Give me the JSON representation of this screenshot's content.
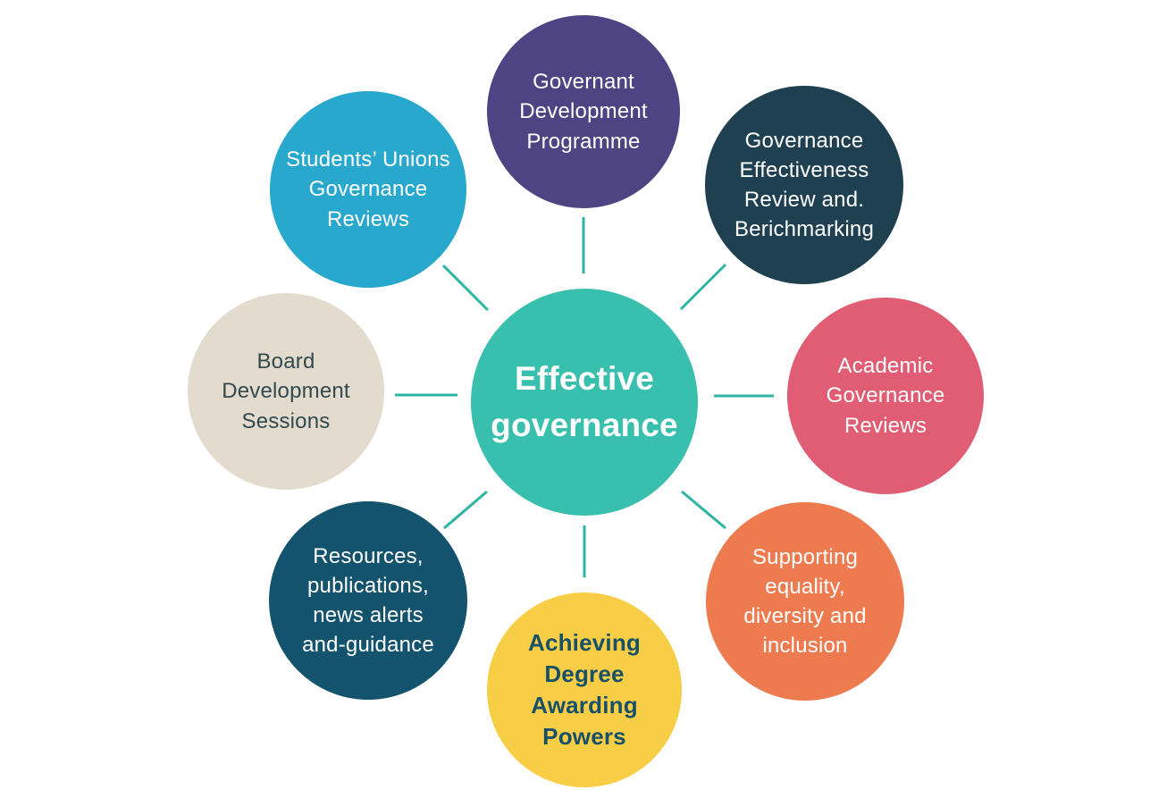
{
  "diagram": {
    "background": "#FFFFFF",
    "connector_color": "#2CB5A2",
    "center": {
      "label": "Effective\ngovernance",
      "bg": "#38BFAD",
      "fg": "#FFFFFF"
    },
    "nodes": [
      {
        "id": "governant-development-programme",
        "label": "Governant\nDevelopment\nProgramme",
        "bg": "#4E4484",
        "fg": "#FFFFFF"
      },
      {
        "id": "governance-effectiveness-review-and-benchmarking",
        "label": "Governance\nEffectiveness\nReview and.\nBerichmarking",
        "bg": "#1E4050",
        "fg": "#FFFFFF"
      },
      {
        "id": "academic-governance-reviews",
        "label": "Academic\nGovernance\nReviews",
        "bg": "#E05D73",
        "fg": "#FFFFFF"
      },
      {
        "id": "supporting-equality-diversity-and-inclusion",
        "label": "Supporting\nequality,\ndiversity and\ninclusion",
        "bg": "#EE7A4F",
        "fg": "#FFFFFF"
      },
      {
        "id": "achieving-degree-awarding-powers",
        "label": "Achieving Degree\nAwarding Powers",
        "bg": "#F8CE46",
        "fg": "#175067"
      },
      {
        "id": "resources-publications-news-alerts-and-guidance",
        "label": "Resources,\npublications,\nnews alerts\nand-guidance",
        "bg": "#14536E",
        "fg": "#FFFFFF"
      },
      {
        "id": "board-development-sessions",
        "label": "Board\nDevelopment\nSessions",
        "bg": "#E2DBCE",
        "fg": "#32494E"
      },
      {
        "id": "students-unions-governance-reviews",
        "label": "Students’ Unions\nGovernance\nReviews",
        "bg": "#29A8CE",
        "fg": "#FFFFFF"
      }
    ]
  }
}
